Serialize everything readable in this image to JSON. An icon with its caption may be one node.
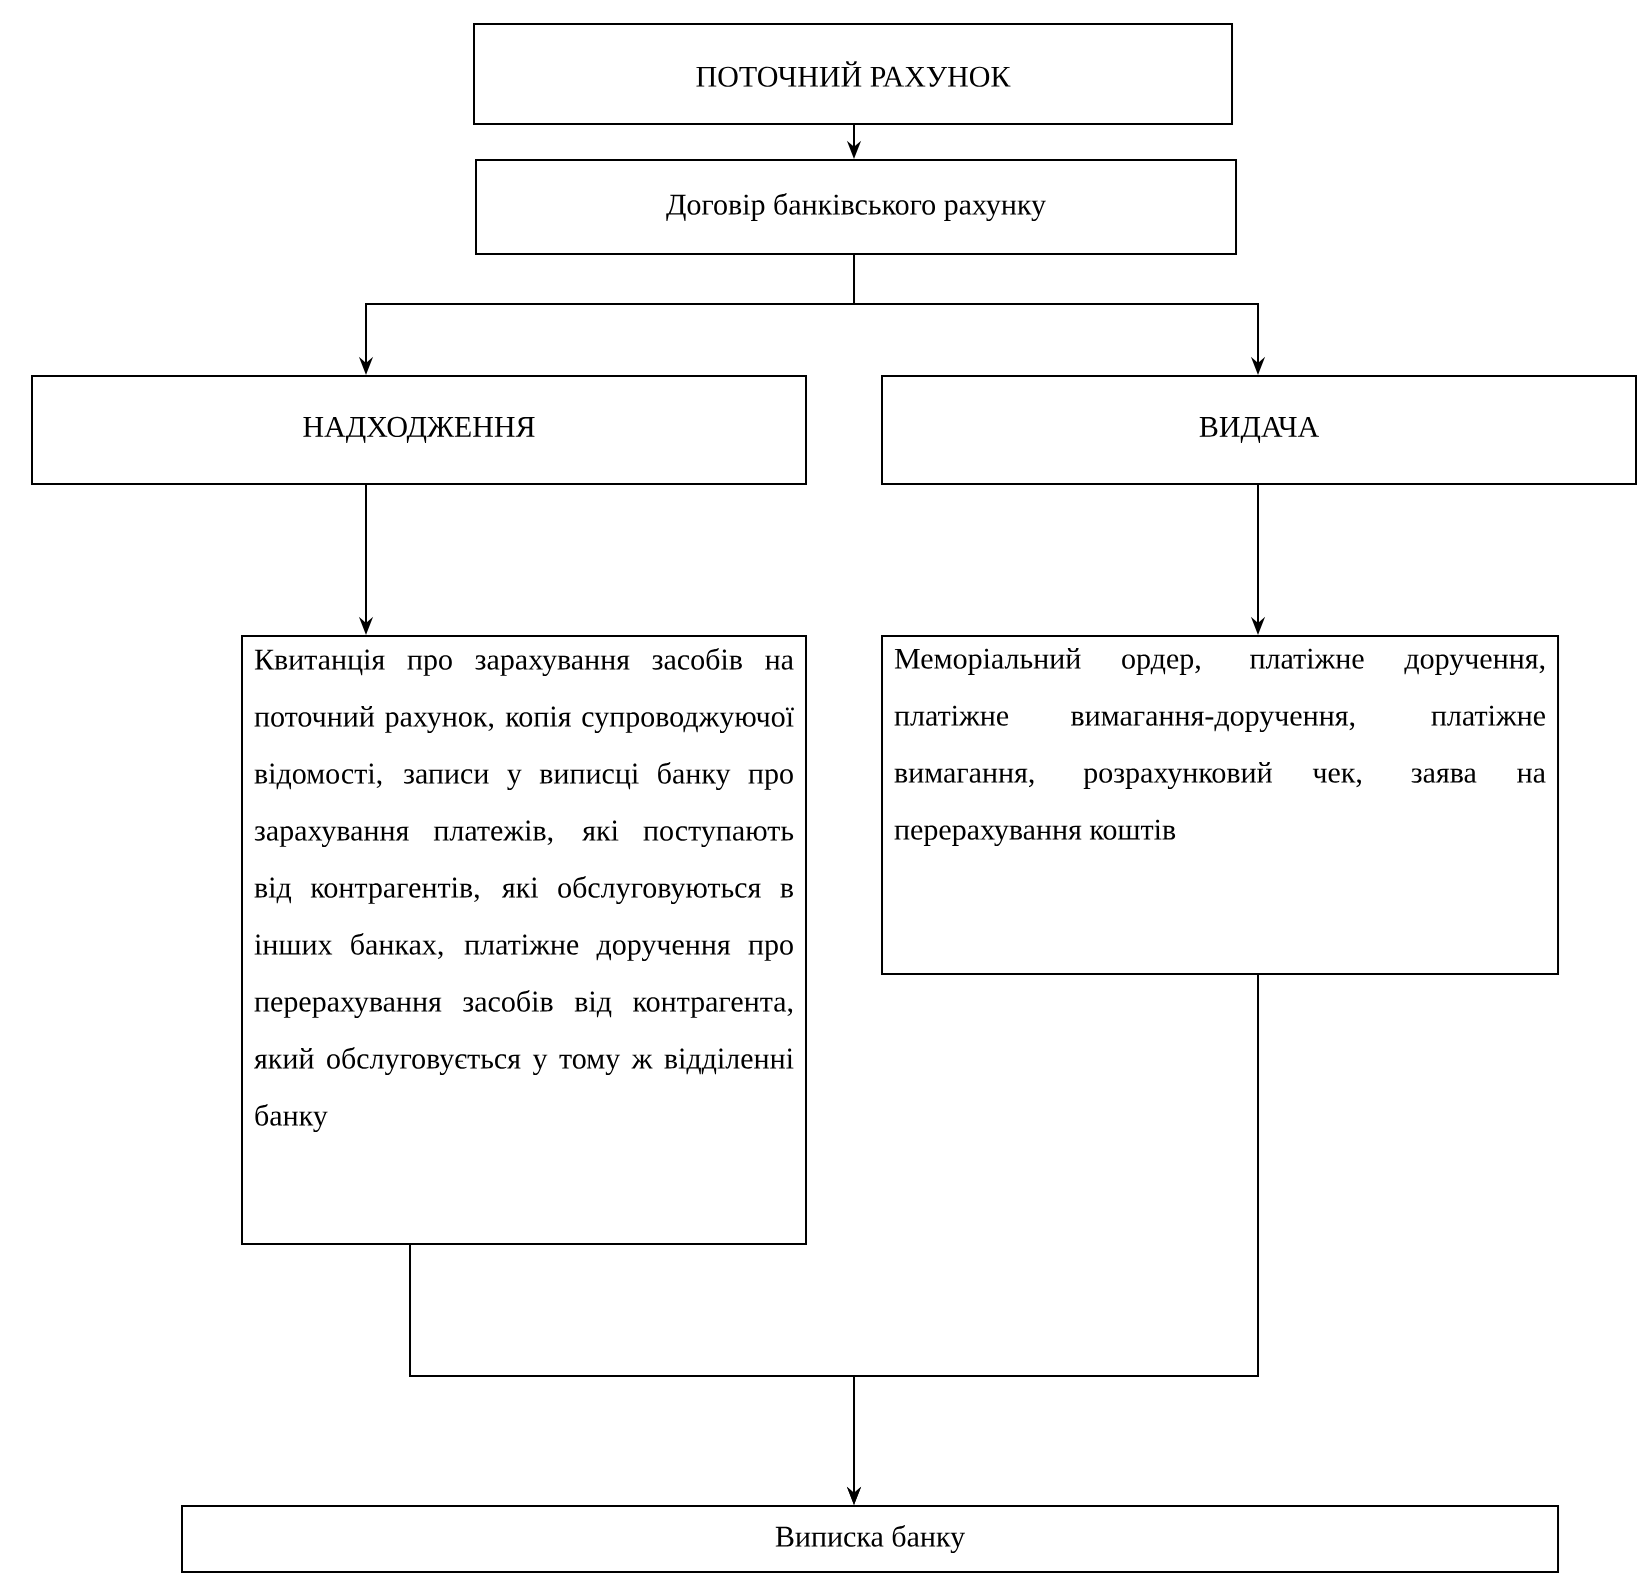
{
  "diagram": {
    "nodes": [
      {
        "text": [
          "ПОТОЧНИЙ РАХУНОК"
        ]
      },
      {
        "text": [
          "Договір банківського рахунку"
        ]
      },
      {
        "text": [
          "НАДХОДЖЕННЯ"
        ]
      },
      {
        "text": [
          "ВИДАЧА"
        ]
      },
      {
        "text": [
          "Квитанція про зарахування засобів на поточний рахунок, копія супроводжуючої відомості, записи у виписці банку про зарахування платежів, які поступають від контрагентів, які обслуговуються в інших банках, платіжне доручення про перерахування засобів від контрагента, який обслуговується у тому ж відділенні банку"
        ]
      },
      {
        "text": [
          "Меморіальний ордер, платіжне доручення, платіжне вимагання-доручення, платіжне вимагання, розрахунковий чек, заява на перерахування коштів"
        ]
      },
      {
        "text": [
          "Виписка банку"
        ]
      }
    ],
    "edges": [
      {
        "from": 0,
        "to": 1,
        "arrow": "to"
      },
      {
        "from": 1,
        "to": 2,
        "arrow": "to"
      },
      {
        "from": 1,
        "to": 3,
        "arrow": "to"
      },
      {
        "from": 2,
        "to": 4,
        "arrow": "to"
      },
      {
        "from": 3,
        "to": 5,
        "arrow": "to"
      },
      {
        "from": 4,
        "to": 6,
        "arrow": "to"
      },
      {
        "from": 5,
        "to": 6,
        "arrow": "to"
      }
    ]
  }
}
